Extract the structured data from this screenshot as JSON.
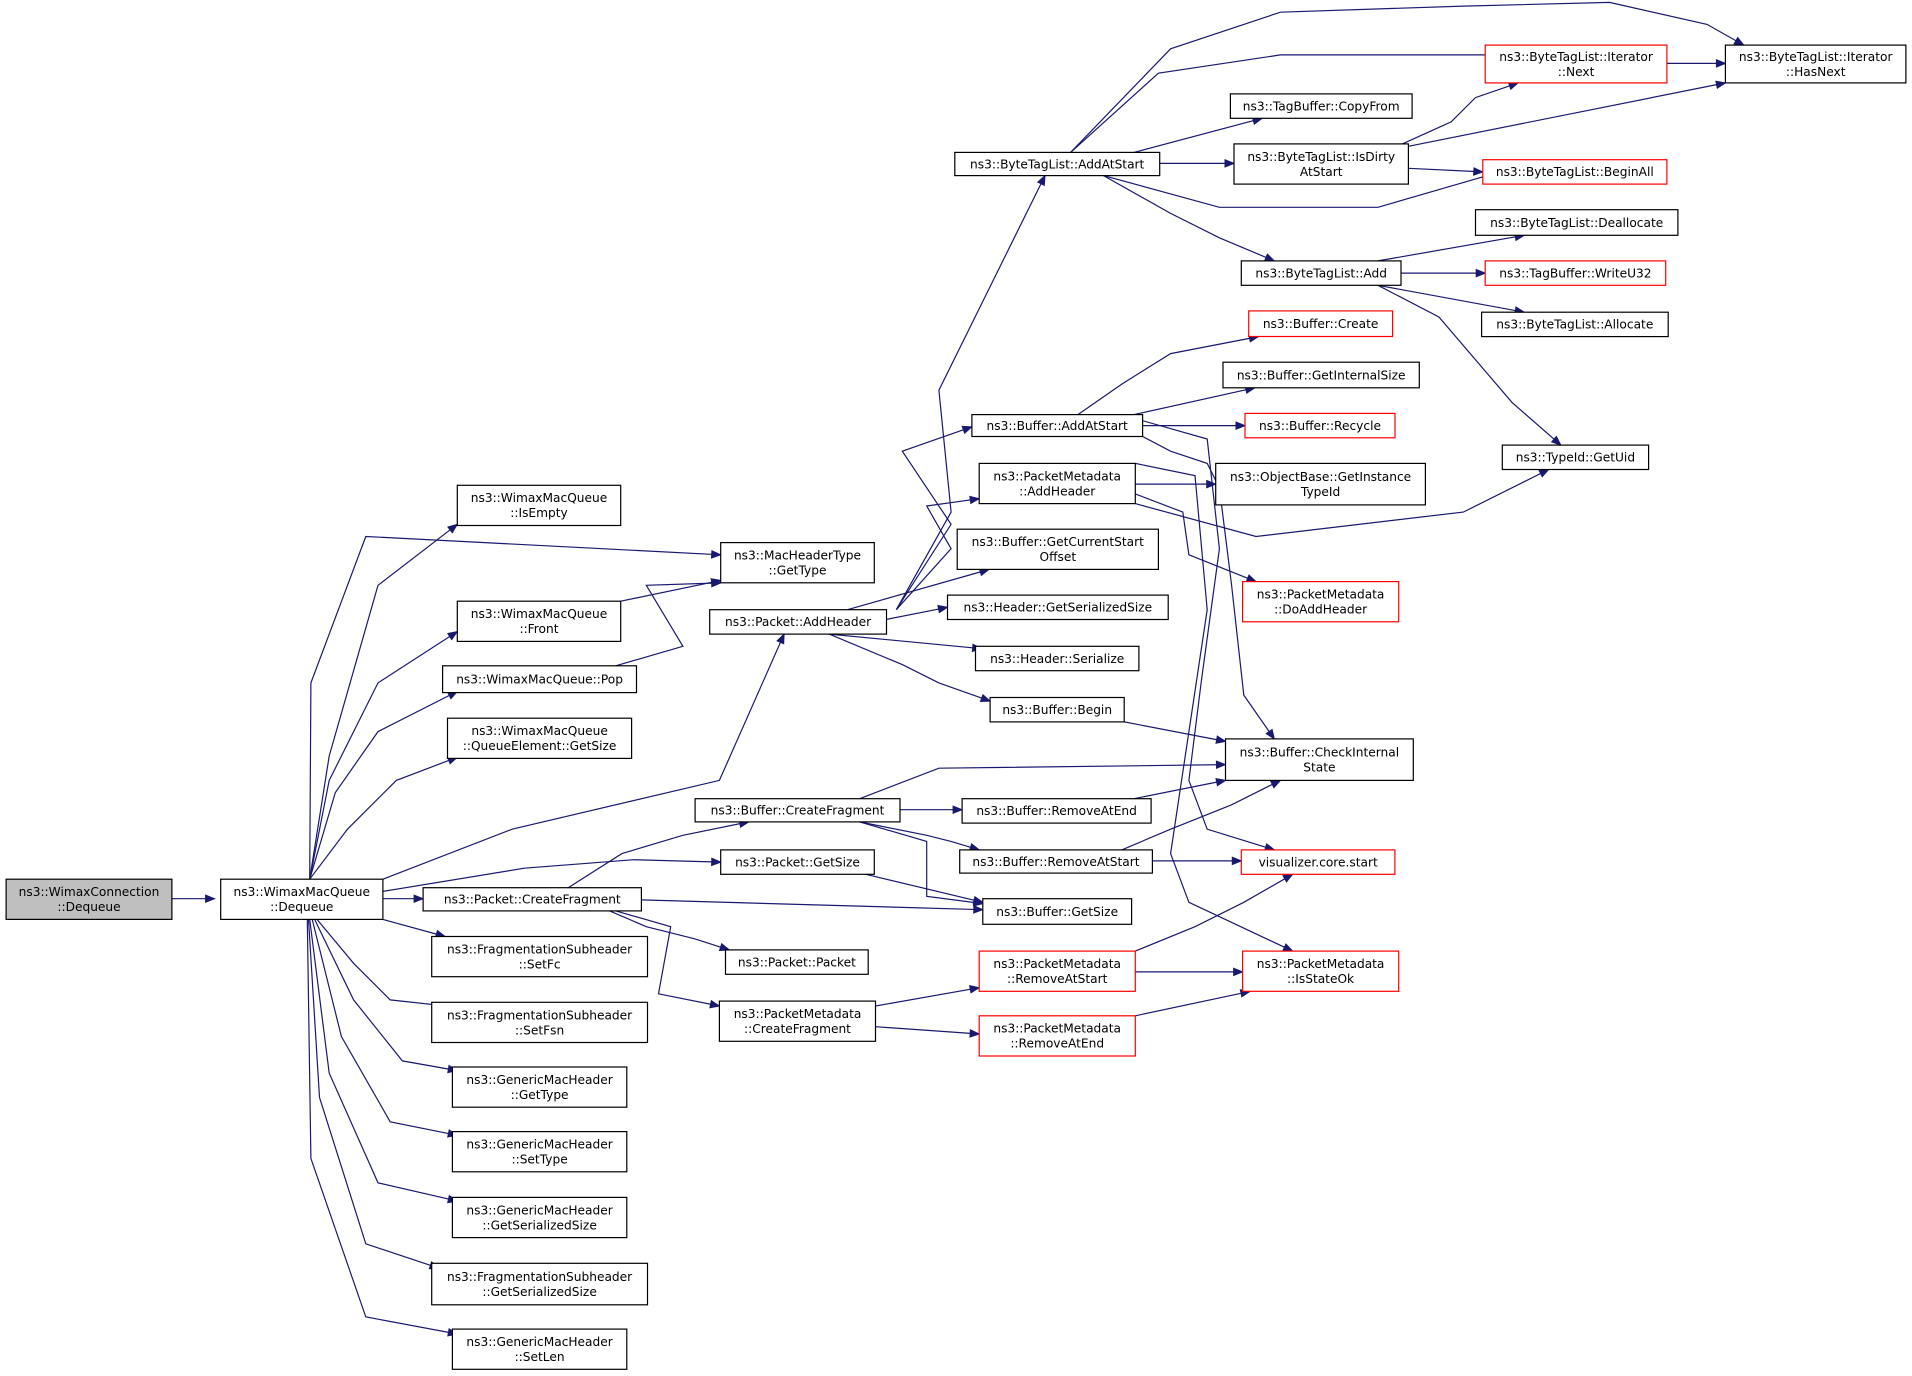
{
  "diagram": {
    "colors": {
      "edge": "#191970",
      "node_border": "#000000",
      "truncated_border": "#ff0000",
      "root_fill": "#bfbfbf",
      "node_fill": "#ffffff",
      "background": "#ffffff"
    },
    "nodes": [
      {
        "id": "wimaxconnection-dequeue",
        "lines": [
          "ns3::WimaxConnection",
          "::Dequeue"
        ],
        "style": "root"
      },
      {
        "id": "wimaxmacqueue-dequeue",
        "lines": [
          "ns3::WimaxMacQueue",
          "::Dequeue"
        ],
        "style": "normal"
      },
      {
        "id": "wimaxmacqueue-isempty",
        "lines": [
          "ns3::WimaxMacQueue",
          "::IsEmpty"
        ],
        "style": "normal"
      },
      {
        "id": "macheadertype-gettype",
        "lines": [
          "ns3::MacHeaderType",
          "::GetType"
        ],
        "style": "normal"
      },
      {
        "id": "wimaxmacqueue-front",
        "lines": [
          "ns3::WimaxMacQueue",
          "::Front"
        ],
        "style": "normal"
      },
      {
        "id": "wimaxmacqueue-pop",
        "lines": [
          "ns3::WimaxMacQueue::Pop"
        ],
        "style": "normal"
      },
      {
        "id": "queueelement-getsize",
        "lines": [
          "ns3::WimaxMacQueue",
          "::QueueElement::GetSize"
        ],
        "style": "normal"
      },
      {
        "id": "packet-addheader",
        "lines": [
          "ns3::Packet::AddHeader"
        ],
        "style": "normal"
      },
      {
        "id": "packet-getsize",
        "lines": [
          "ns3::Packet::GetSize"
        ],
        "style": "normal"
      },
      {
        "id": "packet-createfragment",
        "lines": [
          "ns3::Packet::CreateFragment"
        ],
        "style": "normal"
      },
      {
        "id": "fragsub-setfc",
        "lines": [
          "ns3::FragmentationSubheader",
          "::SetFc"
        ],
        "style": "normal"
      },
      {
        "id": "fragsub-setfsn",
        "lines": [
          "ns3::FragmentationSubheader",
          "::SetFsn"
        ],
        "style": "normal"
      },
      {
        "id": "genericmac-gettype",
        "lines": [
          "ns3::GenericMacHeader",
          "::GetType"
        ],
        "style": "normal"
      },
      {
        "id": "genericmac-settype",
        "lines": [
          "ns3::GenericMacHeader",
          "::SetType"
        ],
        "style": "normal"
      },
      {
        "id": "genericmac-getserializedsize",
        "lines": [
          "ns3::GenericMacHeader",
          "::GetSerializedSize"
        ],
        "style": "normal"
      },
      {
        "id": "fragsub-getserializedsize",
        "lines": [
          "ns3::FragmentationSubheader",
          "::GetSerializedSize"
        ],
        "style": "normal"
      },
      {
        "id": "genericmac-setlen",
        "lines": [
          "ns3::GenericMacHeader",
          "::SetLen"
        ],
        "style": "normal"
      },
      {
        "id": "bytetaglist-addatstart",
        "lines": [
          "ns3::ByteTagList::AddAtStart"
        ],
        "style": "normal"
      },
      {
        "id": "buffer-addatstart",
        "lines": [
          "ns3::Buffer::AddAtStart"
        ],
        "style": "normal"
      },
      {
        "id": "packetmetadata-addheader",
        "lines": [
          "ns3::PacketMetadata",
          "::AddHeader"
        ],
        "style": "normal"
      },
      {
        "id": "buffer-getcurrentstartoffset",
        "lines": [
          "ns3::Buffer::GetCurrentStart",
          "Offset"
        ],
        "style": "normal"
      },
      {
        "id": "header-getserializedsize",
        "lines": [
          "ns3::Header::GetSerializedSize"
        ],
        "style": "normal"
      },
      {
        "id": "header-serialize",
        "lines": [
          "ns3::Header::Serialize"
        ],
        "style": "normal"
      },
      {
        "id": "buffer-begin",
        "lines": [
          "ns3::Buffer::Begin"
        ],
        "style": "normal"
      },
      {
        "id": "buffer-createfragment",
        "lines": [
          "ns3::Buffer::CreateFragment"
        ],
        "style": "normal"
      },
      {
        "id": "packet-packet",
        "lines": [
          "ns3::Packet::Packet"
        ],
        "style": "normal"
      },
      {
        "id": "packetmetadata-createfragment",
        "lines": [
          "ns3::PacketMetadata",
          "::CreateFragment"
        ],
        "style": "normal"
      },
      {
        "id": "buffer-removeatend",
        "lines": [
          "ns3::Buffer::RemoveAtEnd"
        ],
        "style": "normal"
      },
      {
        "id": "buffer-removeatstart",
        "lines": [
          "ns3::Buffer::RemoveAtStart"
        ],
        "style": "normal"
      },
      {
        "id": "buffer-getsize",
        "lines": [
          "ns3::Buffer::GetSize"
        ],
        "style": "normal"
      },
      {
        "id": "packetmetadata-removeatstart",
        "lines": [
          "ns3::PacketMetadata",
          "::RemoveAtStart"
        ],
        "style": "truncated"
      },
      {
        "id": "packetmetadata-removeatend",
        "lines": [
          "ns3::PacketMetadata",
          "::RemoveAtEnd"
        ],
        "style": "truncated"
      },
      {
        "id": "tagbuffer-copyfrom",
        "lines": [
          "ns3::TagBuffer::CopyFrom"
        ],
        "style": "normal"
      },
      {
        "id": "bytetaglist-isdirtyatstart",
        "lines": [
          "ns3::ByteTagList::IsDirty",
          "AtStart"
        ],
        "style": "normal"
      },
      {
        "id": "bytetaglist-add",
        "lines": [
          "ns3::ByteTagList::Add"
        ],
        "style": "normal"
      },
      {
        "id": "buffer-create",
        "lines": [
          "ns3::Buffer::Create"
        ],
        "style": "truncated"
      },
      {
        "id": "buffer-getinternalsize",
        "lines": [
          "ns3::Buffer::GetInternalSize"
        ],
        "style": "normal"
      },
      {
        "id": "buffer-recycle",
        "lines": [
          "ns3::Buffer::Recycle"
        ],
        "style": "truncated"
      },
      {
        "id": "objectbase-getinstancetypeid",
        "lines": [
          "ns3::ObjectBase::GetInstance",
          "TypeId"
        ],
        "style": "normal"
      },
      {
        "id": "packetmetadata-doaddheader",
        "lines": [
          "ns3::PacketMetadata",
          "::DoAddHeader"
        ],
        "style": "truncated"
      },
      {
        "id": "buffer-checkinternalstate",
        "lines": [
          "ns3::Buffer::CheckInternal",
          "State"
        ],
        "style": "normal"
      },
      {
        "id": "visualizer-core-start",
        "lines": [
          "visualizer.core.start"
        ],
        "style": "truncated"
      },
      {
        "id": "packetmetadata-isstateok",
        "lines": [
          "ns3::PacketMetadata",
          "::IsStateOk"
        ],
        "style": "truncated"
      },
      {
        "id": "iterator-next",
        "lines": [
          "ns3::ByteTagList::Iterator",
          "::Next"
        ],
        "style": "truncated"
      },
      {
        "id": "iterator-hasnext",
        "lines": [
          "ns3::ByteTagList::Iterator",
          "::HasNext"
        ],
        "style": "normal"
      },
      {
        "id": "bytetaglist-beginall",
        "lines": [
          "ns3::ByteTagList::BeginAll"
        ],
        "style": "truncated"
      },
      {
        "id": "bytetaglist-deallocate",
        "lines": [
          "ns3::ByteTagList::Deallocate"
        ],
        "style": "normal"
      },
      {
        "id": "tagbuffer-writeu32",
        "lines": [
          "ns3::TagBuffer::WriteU32"
        ],
        "style": "truncated"
      },
      {
        "id": "bytetaglist-allocate",
        "lines": [
          "ns3::ByteTagList::Allocate"
        ],
        "style": "normal"
      },
      {
        "id": "typeid-getuid",
        "lines": [
          "ns3::TypeId::GetUid"
        ],
        "style": "normal"
      }
    ],
    "edges": [
      {
        "from": "wimaxconnection-dequeue",
        "to": "wimaxmacqueue-dequeue"
      },
      {
        "from": "wimaxmacqueue-dequeue",
        "to": "wimaxmacqueue-isempty"
      },
      {
        "from": "wimaxmacqueue-dequeue",
        "to": "macheadertype-gettype"
      },
      {
        "from": "wimaxmacqueue-dequeue",
        "to": "wimaxmacqueue-front"
      },
      {
        "from": "wimaxmacqueue-dequeue",
        "to": "wimaxmacqueue-pop"
      },
      {
        "from": "wimaxmacqueue-dequeue",
        "to": "queueelement-getsize"
      },
      {
        "from": "wimaxmacqueue-dequeue",
        "to": "packet-addheader"
      },
      {
        "from": "wimaxmacqueue-dequeue",
        "to": "packet-getsize"
      },
      {
        "from": "wimaxmacqueue-dequeue",
        "to": "packet-createfragment"
      },
      {
        "from": "wimaxmacqueue-dequeue",
        "to": "fragsub-setfc"
      },
      {
        "from": "wimaxmacqueue-dequeue",
        "to": "fragsub-setfsn"
      },
      {
        "from": "wimaxmacqueue-dequeue",
        "to": "genericmac-gettype"
      },
      {
        "from": "wimaxmacqueue-dequeue",
        "to": "genericmac-settype"
      },
      {
        "from": "wimaxmacqueue-dequeue",
        "to": "genericmac-getserializedsize"
      },
      {
        "from": "wimaxmacqueue-dequeue",
        "to": "fragsub-getserializedsize"
      },
      {
        "from": "wimaxmacqueue-dequeue",
        "to": "genericmac-setlen"
      },
      {
        "from": "wimaxmacqueue-front",
        "to": "macheadertype-gettype"
      },
      {
        "from": "wimaxmacqueue-pop",
        "to": "macheadertype-gettype"
      },
      {
        "from": "packet-addheader",
        "to": "bytetaglist-addatstart"
      },
      {
        "from": "packet-addheader",
        "to": "buffer-addatstart"
      },
      {
        "from": "packet-addheader",
        "to": "packetmetadata-addheader"
      },
      {
        "from": "packet-addheader",
        "to": "buffer-getcurrentstartoffset"
      },
      {
        "from": "packet-addheader",
        "to": "header-getserializedsize"
      },
      {
        "from": "packet-addheader",
        "to": "header-serialize"
      },
      {
        "from": "packet-addheader",
        "to": "buffer-begin"
      },
      {
        "from": "packet-getsize",
        "to": "buffer-getsize"
      },
      {
        "from": "packet-createfragment",
        "to": "buffer-createfragment"
      },
      {
        "from": "packet-createfragment",
        "to": "buffer-getsize"
      },
      {
        "from": "packet-createfragment",
        "to": "packet-packet"
      },
      {
        "from": "packet-createfragment",
        "to": "packetmetadata-createfragment"
      },
      {
        "from": "buffer-createfragment",
        "to": "buffer-checkinternalstate"
      },
      {
        "from": "buffer-createfragment",
        "to": "buffer-removeatend"
      },
      {
        "from": "buffer-createfragment",
        "to": "buffer-removeatstart"
      },
      {
        "from": "buffer-createfragment",
        "to": "buffer-getsize"
      },
      {
        "from": "packetmetadata-createfragment",
        "to": "packetmetadata-removeatstart"
      },
      {
        "from": "packetmetadata-createfragment",
        "to": "packetmetadata-removeatend"
      },
      {
        "from": "buffer-removeatend",
        "to": "buffer-checkinternalstate"
      },
      {
        "from": "buffer-removeatstart",
        "to": "buffer-checkinternalstate"
      },
      {
        "from": "buffer-removeatstart",
        "to": "visualizer-core-start"
      },
      {
        "from": "buffer-begin",
        "to": "buffer-checkinternalstate"
      },
      {
        "from": "buffer-addatstart",
        "to": "buffer-create"
      },
      {
        "from": "buffer-addatstart",
        "to": "buffer-getinternalsize"
      },
      {
        "from": "buffer-addatstart",
        "to": "buffer-recycle"
      },
      {
        "from": "buffer-addatstart",
        "to": "buffer-checkinternalstate"
      },
      {
        "from": "buffer-addatstart",
        "to": "visualizer-core-start"
      },
      {
        "from": "packetmetadata-addheader",
        "to": "objectbase-getinstancetypeid"
      },
      {
        "from": "packetmetadata-addheader",
        "to": "typeid-getuid"
      },
      {
        "from": "packetmetadata-addheader",
        "to": "packetmetadata-doaddheader"
      },
      {
        "from": "packetmetadata-addheader",
        "to": "packetmetadata-isstateok"
      },
      {
        "from": "packetmetadata-removeatstart",
        "to": "visualizer-core-start"
      },
      {
        "from": "packetmetadata-removeatstart",
        "to": "packetmetadata-isstateok"
      },
      {
        "from": "packetmetadata-removeatend",
        "to": "packetmetadata-isstateok"
      },
      {
        "from": "bytetaglist-addatstart",
        "to": "iterator-hasnext"
      },
      {
        "from": "bytetaglist-addatstart",
        "to": "iterator-next"
      },
      {
        "from": "bytetaglist-addatstart",
        "to": "tagbuffer-copyfrom"
      },
      {
        "from": "bytetaglist-addatstart",
        "to": "bytetaglist-isdirtyatstart"
      },
      {
        "from": "bytetaglist-addatstart",
        "to": "bytetaglist-beginall"
      },
      {
        "from": "bytetaglist-addatstart",
        "to": "bytetaglist-add"
      },
      {
        "from": "bytetaglist-isdirtyatstart",
        "to": "iterator-next"
      },
      {
        "from": "bytetaglist-isdirtyatstart",
        "to": "iterator-hasnext"
      },
      {
        "from": "bytetaglist-isdirtyatstart",
        "to": "bytetaglist-beginall"
      },
      {
        "from": "iterator-next",
        "to": "iterator-hasnext"
      },
      {
        "from": "bytetaglist-add",
        "to": "bytetaglist-deallocate"
      },
      {
        "from": "bytetaglist-add",
        "to": "tagbuffer-writeu32"
      },
      {
        "from": "bytetaglist-add",
        "to": "bytetaglist-allocate"
      },
      {
        "from": "bytetaglist-add",
        "to": "typeid-getuid"
      }
    ]
  }
}
